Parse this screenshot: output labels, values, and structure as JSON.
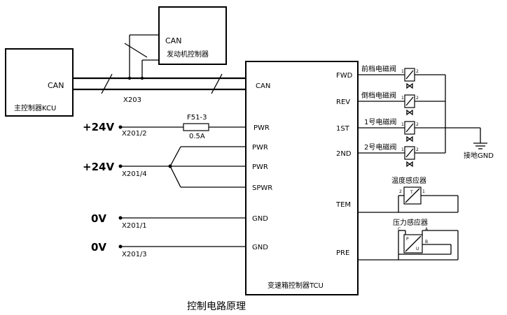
{
  "title": "控制电路原理",
  "blocks": {
    "kcu": {
      "can": "CAN",
      "name": "主控制器KCU"
    },
    "engine": {
      "can": "CAN",
      "name": "发动机控制器"
    },
    "tcu": {
      "name": "变速箱控制器TCU"
    }
  },
  "tcu_pins_left": [
    "CAN",
    "PWR",
    "PWR",
    "PWR",
    "SPWR",
    "GND",
    "GND"
  ],
  "tcu_pins_right": [
    "FWD",
    "REV",
    "1ST",
    "2ND",
    "TEM",
    "PRE"
  ],
  "connectors": [
    "X203",
    "X201/2",
    "X201/4",
    "X201/1",
    "X201/3"
  ],
  "supplies": [
    "+24V",
    "+24V",
    "0V",
    "0V"
  ],
  "fuse": {
    "name": "F51-3",
    "rating": "0.5A"
  },
  "valves": [
    "前档电磁阀",
    "倒档电磁阀",
    "1号电磁阀",
    "2号电磁阀"
  ],
  "valve_pins": [
    "1",
    "2"
  ],
  "ground": "接地GND",
  "temp_sensor": {
    "name": "温度感应器",
    "symbol": "T",
    "pins": [
      "2",
      "1"
    ]
  },
  "pressure_sensor": {
    "name": "压力感应器",
    "symbol_p": "P",
    "symbol_u": "U",
    "pins": [
      "C",
      "A",
      "B"
    ]
  }
}
